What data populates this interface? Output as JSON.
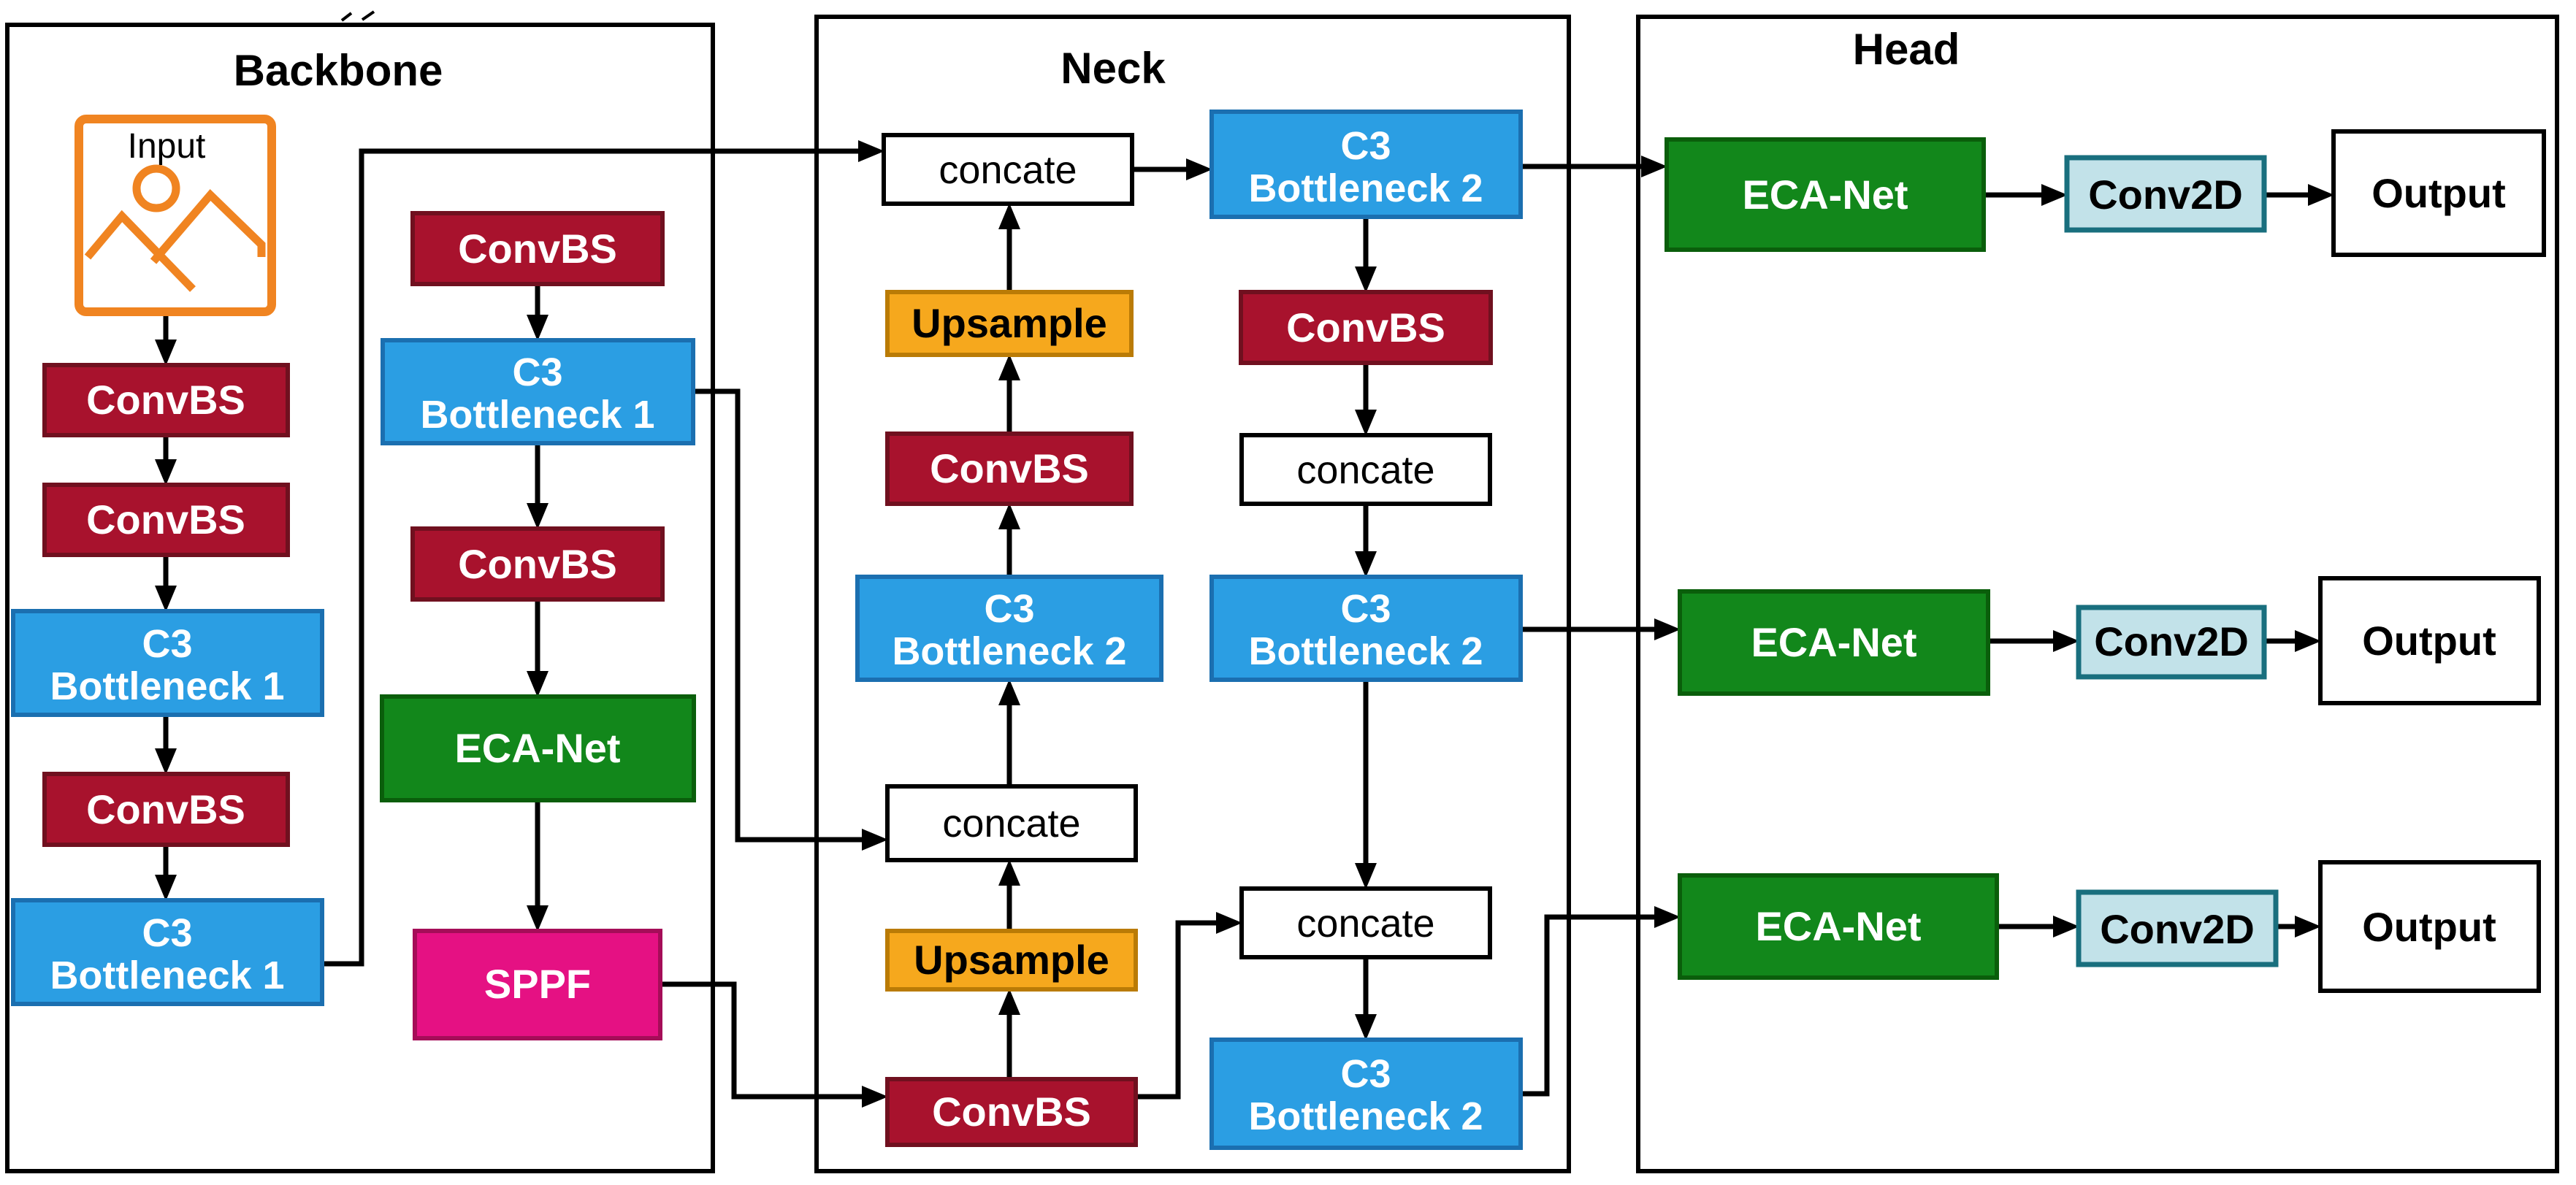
{
  "diagram": {
    "kind": "neural-network-architecture-flowchart",
    "sections": {
      "backbone": {
        "title": "Backbone",
        "column1_top_to_bottom": [
          "Input",
          "ConvBS",
          "ConvBS",
          "C3 Bottleneck 1",
          "ConvBS",
          "C3 Bottleneck 1"
        ],
        "column2_top_to_bottom": [
          "ConvBS",
          "C3 Bottleneck 1",
          "ConvBS",
          "ECA-Net",
          "SPPF"
        ]
      },
      "neck": {
        "title": "Neck",
        "left_column_top_to_bottom": [
          "concate",
          "Upsample",
          "ConvBS",
          "C3 Bottleneck 2",
          "concate",
          "Upsample",
          "ConvBS"
        ],
        "right_column_top_to_bottom": [
          "C3 Bottleneck 2",
          "ConvBS",
          "concate",
          "C3 Bottleneck 2",
          "concate",
          "C3 Bottleneck 2"
        ]
      },
      "head": {
        "title": "Head",
        "rows": [
          [
            "ECA-Net",
            "Conv2D",
            "Output"
          ],
          [
            "ECA-Net",
            "Conv2D",
            "Output"
          ],
          [
            "ECA-Net",
            "Conv2D",
            "Output"
          ]
        ]
      }
    },
    "connections": [
      "Input -> ConvBS -> ConvBS -> C3 Bottleneck 1 -> ConvBS -> C3 Bottleneck 1 (backbone column 1, downward)",
      "ConvBS -> C3 Bottleneck 1 -> ConvBS -> ECA-Net -> SPPF (backbone column 2, downward)",
      "backbone bottom C3 Bottleneck 1 -> neck top concate (long skip, up and right)",
      "backbone column 2 C3 Bottleneck 1 -> neck middle concate (skip, right and down)",
      "SPPF -> neck bottom ConvBS (right and down)",
      "neck bottom ConvBS -> Upsample -> concate -> C3 Bottleneck 2 -> ConvBS -> Upsample -> concate (left column, upward)",
      "neck bottom ConvBS -> lower right concate (right and up)",
      "neck top concate -> C3 Bottleneck 2 (right)",
      "C3 Bottleneck 2 -> ConvBS -> concate -> C3 Bottleneck 2 -> concate -> C3 Bottleneck 2 (right column, downward)",
      "neck top C3 Bottleneck 2 -> head row 1 ECA-Net",
      "neck middle C3 Bottleneck 2 -> head row 2 ECA-Net",
      "neck bottom C3 Bottleneck 2 -> head row 3 ECA-Net",
      "each head row: ECA-Net -> Conv2D -> Output"
    ]
  },
  "labels": {
    "backbone_title": "Backbone",
    "neck_title": "Neck",
    "head_title": "Head",
    "input": "Input",
    "convbs": "ConvBS",
    "c3": "C3",
    "bottleneck1": "Bottleneck 1",
    "bottleneck2": "Bottleneck 2",
    "ecanet": "ECA-Net",
    "sppf": "SPPF",
    "upsample": "Upsample",
    "concate": "concate",
    "conv2d": "Conv2D",
    "output": "Output"
  },
  "icons": {
    "input_icon": "image-placeholder-icon (sun circle over two mountain peaks)"
  },
  "colors": {
    "convbs_fill": "#A8122D",
    "convbs_border": "#70101F",
    "c3_fill": "#2B9EE3",
    "c3_border": "#1B6FB0",
    "upsample_fill": "#F6A81D",
    "upsample_border": "#BA7B06",
    "ecanet_fill": "#12871B",
    "ecanet_border": "#0A5E0B",
    "sppf_fill": "#E51183",
    "sppf_border": "#A50D58",
    "conv2d_fill": "#C2E2E9",
    "conv2d_border": "#196F7E",
    "input_border": "#F08421",
    "line_color": "#000000",
    "background": "#ffffff"
  }
}
